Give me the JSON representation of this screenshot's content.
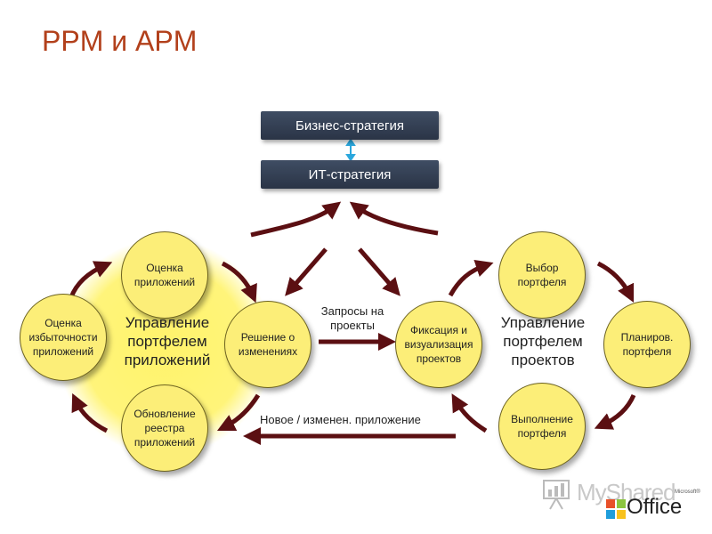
{
  "title": "PPM и APM",
  "strategy": {
    "business": "Бизнес-стратегия",
    "it": "ИТ-стратегия"
  },
  "apm": {
    "label": "Управление\nпортфелем\nприложений",
    "assess": "Оценка\nприложений",
    "decision": "Решение о\nизменениях",
    "update": "Обновление\nреестра\nприложений",
    "redundancy": "Оценка\nизбыточности\nприложений"
  },
  "ppm": {
    "label": "Управление\nпортфелем\nпроектов",
    "fixation": "Фиксация и\nвизуализация\nпроектов",
    "selection": "Выбор\nпортфеля",
    "planning": "Планиров.\nпортфеля",
    "execution": "Выполнение\nпортфеля"
  },
  "flows": {
    "requests": "Запросы на\nпроекты",
    "new_app": "Новое / изменен. приложение"
  },
  "watermark": {
    "text": "MyShared",
    "office": "Office",
    "ms": "Microsoft®"
  },
  "colors": {
    "arrow": "#5b0f12",
    "circle": "#fcee78",
    "glow": "#fff36b",
    "box": "#334056",
    "title": "#b2401b",
    "link": "#2aa7dd"
  }
}
